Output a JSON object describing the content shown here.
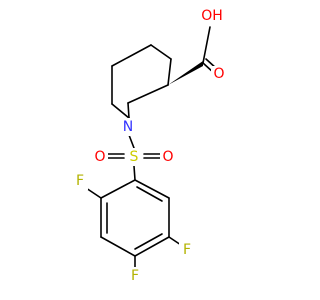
{
  "molecule": {
    "colors": {
      "bond": "#000000",
      "N": "#3333ff",
      "O": "#ff0000",
      "S": "#cccc00",
      "F": "#b3b300"
    },
    "labels": {
      "carboxyl_OH": "OH",
      "carboxyl_O": "O",
      "ring_N": "N",
      "sulfonyl_S": "S",
      "sulfonyl_O_left": "O",
      "sulfonyl_O_right": "O",
      "F_2": "F",
      "F_4": "F",
      "F_5": "F"
    }
  }
}
